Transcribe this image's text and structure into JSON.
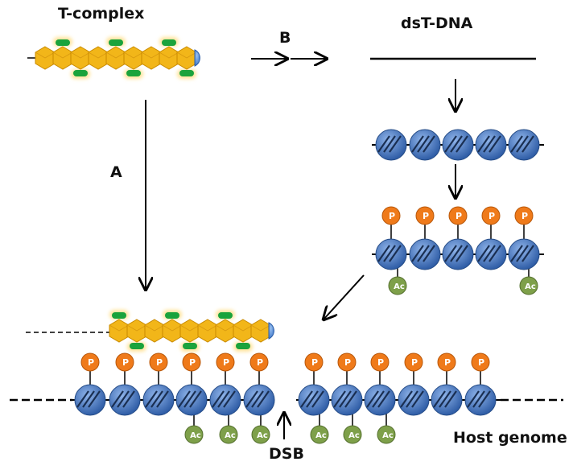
{
  "labels": {
    "t_complex": "T-complex",
    "ds_t_dna": "dsT-DNA",
    "pathway_a": "A",
    "pathway_b": "B",
    "dsb": "DSB",
    "host_genome": "Host genome"
  },
  "marks": {
    "phospho": "P",
    "acetyl": "Ac"
  },
  "colors": {
    "hexagon": "#f2b619",
    "hexagon_edge": "#c98a00",
    "protein_pill": "#1aa33c",
    "protein_glow": "#ffe39a",
    "cap": "#4b86d8",
    "nucleosome": "#3f6fb8",
    "phospho": "#ef7a1a",
    "acetyl": "#7ea04a",
    "line": "#000000"
  },
  "icons": {
    "t_complex_strand": "hexagon-protein-strand",
    "nucleosome": "nucleosome-ball",
    "arrow": "arrow"
  }
}
